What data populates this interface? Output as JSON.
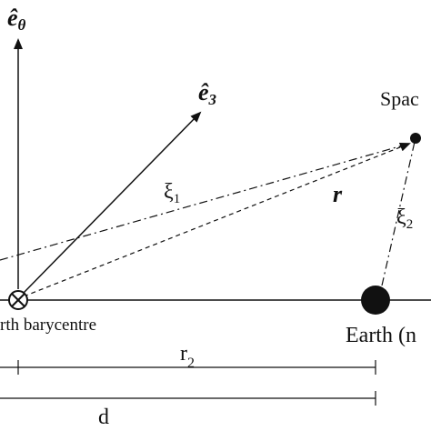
{
  "labels": {
    "e_theta": "ê",
    "e_theta_sub": "θ",
    "e3": "ê",
    "e3_sub": "3",
    "spacecraft": "Spac",
    "xi1": "ξ",
    "xi1_sub": "1",
    "r_vec": "r",
    "xi2": "ξ",
    "xi2_sub": "2",
    "barycentre": "rth barycentre",
    "earth": "Earth (n",
    "r2": "r",
    "r2_sub": "2",
    "d": "d"
  },
  "colors": {
    "line": "#111111",
    "earth_fill": "#111111"
  },
  "icons": {
    "barycentre_symbol": "circle-cross-icon",
    "earth_symbol": "filled-circle-icon",
    "spacecraft_symbol": "spacecraft-dot-icon"
  }
}
